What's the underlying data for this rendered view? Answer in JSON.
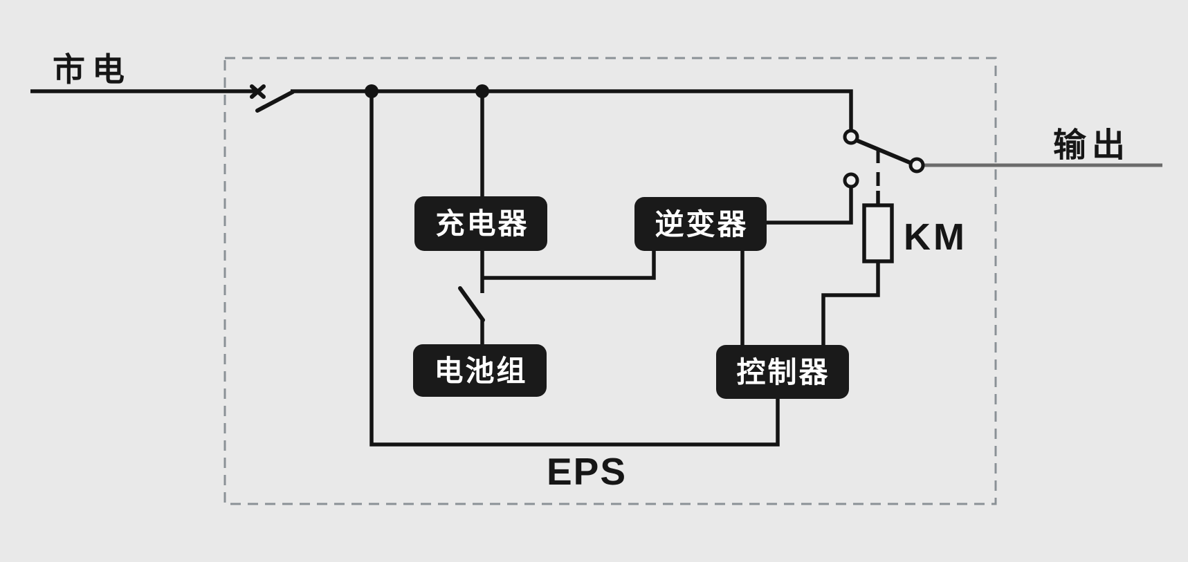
{
  "diagram": {
    "labels": {
      "mains": "市电",
      "output": "输出",
      "system": "EPS",
      "contactor": "KM"
    },
    "blocks": {
      "charger": {
        "label": "充电器"
      },
      "inverter": {
        "label": "逆变器"
      },
      "battery": {
        "label": "电池组"
      },
      "controller": {
        "label": "控制器"
      }
    },
    "colors": {
      "background": "#e9e9e9",
      "wire": "#141414",
      "block_fill": "#1a1a1a",
      "block_text": "#ffffff",
      "output_wire": "#6b6b6b",
      "eps_border": "#8a9196"
    }
  }
}
